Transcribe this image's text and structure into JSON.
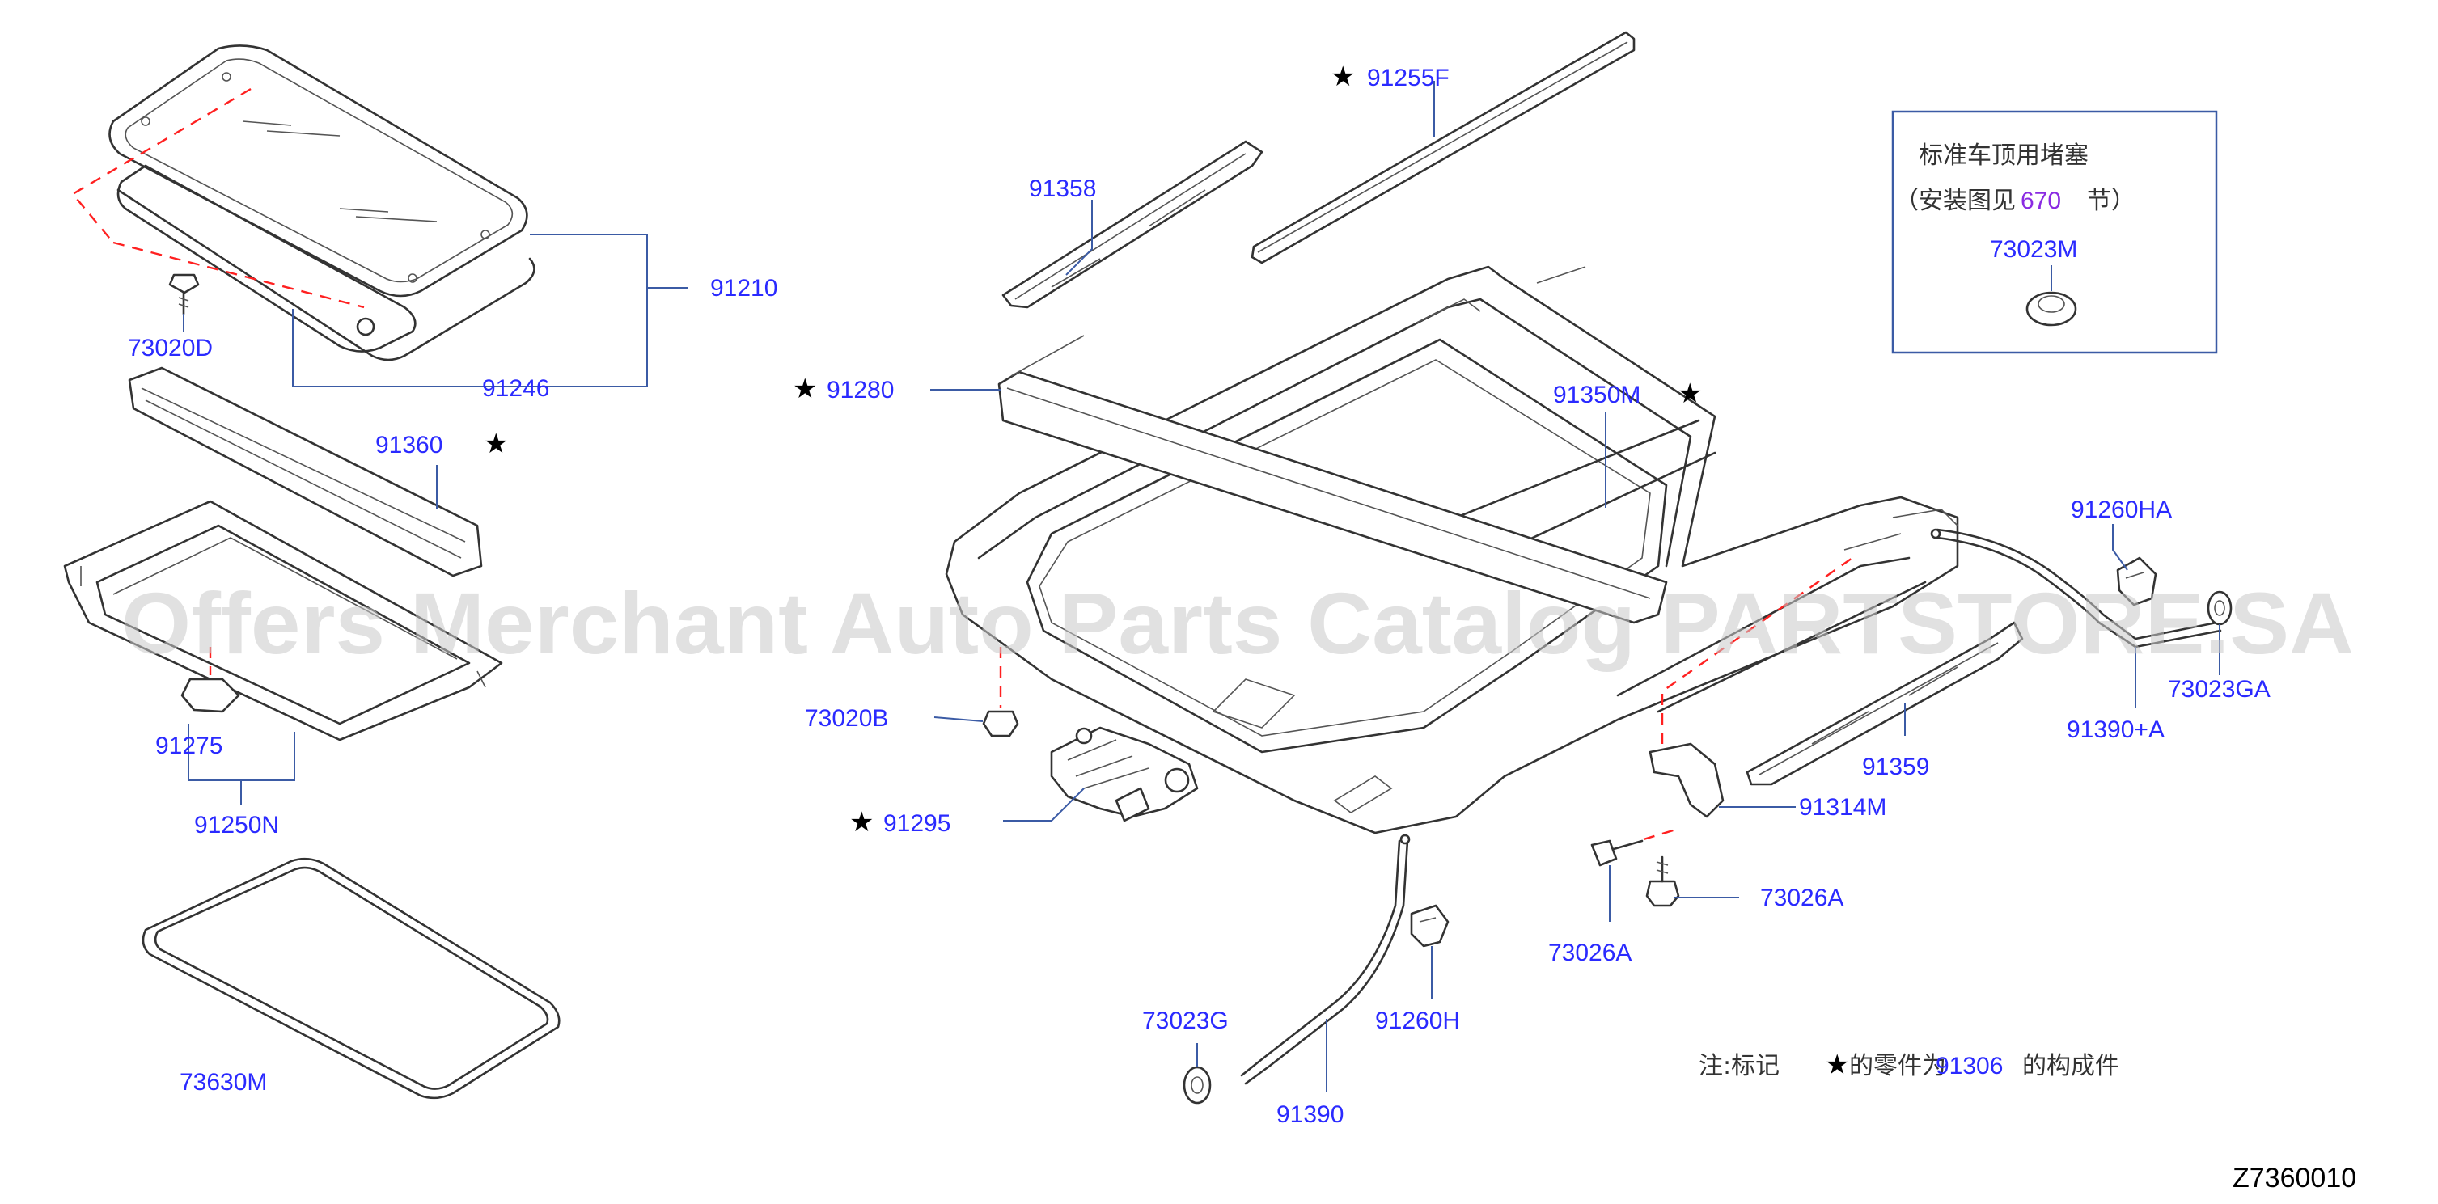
{
  "diagram_code": "Z7360010",
  "watermark": "Offers Merchant Auto Parts Catalog PARTSTORE.SA",
  "note": {
    "prefix": "注:标记",
    "middle": "的零件为",
    "ref": "91306",
    "suffix": "的构成件"
  },
  "inset_box": {
    "title": "标准车顶用堵塞",
    "line2_prefix": "（安装图见",
    "line2_ref": "670",
    "line2_suffix": "节）",
    "part": "73023M"
  },
  "parts": {
    "p91255F": "91255F",
    "p91358": "91358",
    "p91210": "91210",
    "p73020D": "73020D",
    "p91246": "91246",
    "p91280": "91280",
    "p91350M": "91350M",
    "p91360": "91360",
    "p91260HA": "91260HA",
    "p73023GA": "73023GA",
    "p91390A": "91390+A",
    "p91359": "91359",
    "p91275": "91275",
    "p91250N": "91250N",
    "p73020B": "73020B",
    "p91314M": "91314M",
    "p91295": "91295",
    "p73026A_r": "73026A",
    "p73026A_l": "73026A",
    "p73630M": "73630M",
    "p73023G": "73023G",
    "p91260H": "91260H",
    "p91390": "91390"
  },
  "star_symbol": "★",
  "colors": {
    "part_label": "#2a2aff",
    "ref_label": "#8a2be2",
    "leader": "#3b5ba5",
    "dash": "#ff2020",
    "ink": "#333333"
  }
}
